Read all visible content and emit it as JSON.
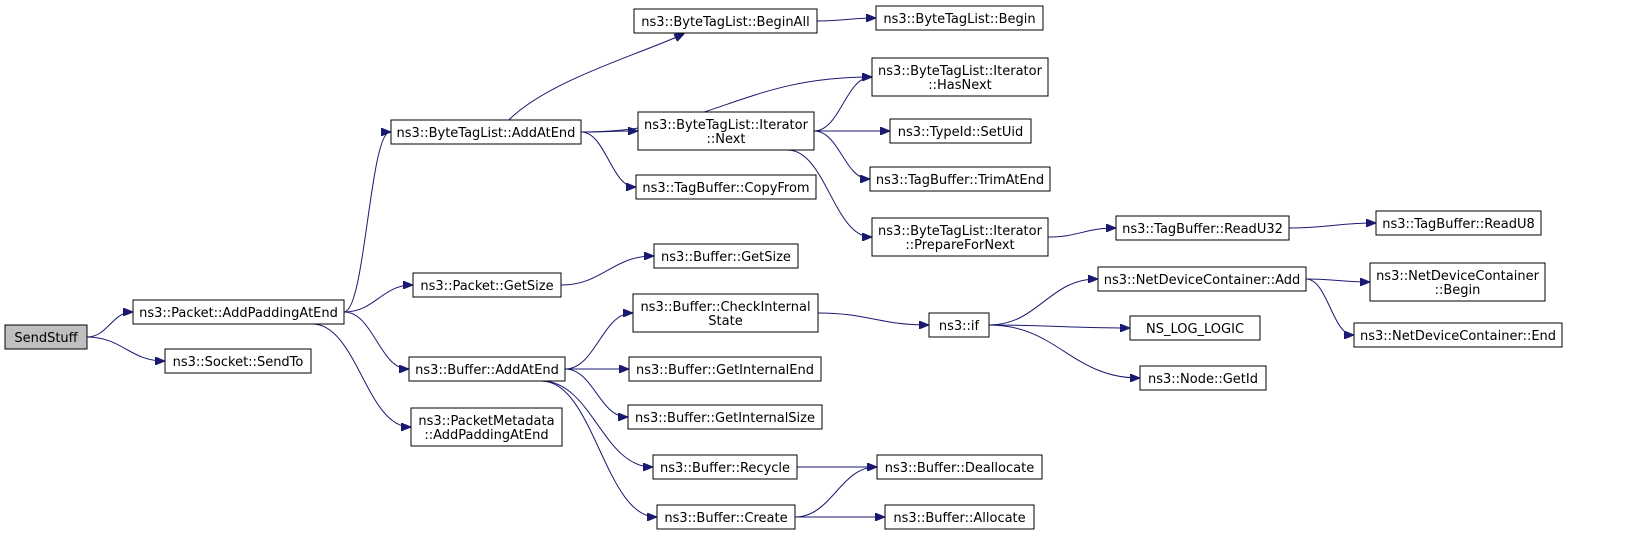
{
  "colors": {
    "edge": "#191970",
    "root_fill": "#bfbfbf",
    "node_fill": "#ffffff",
    "node_border": "#000000"
  },
  "nodes": {
    "sendstuff": {
      "lines": [
        "SendStuff"
      ],
      "root": true
    },
    "packet_addpadding": {
      "lines": [
        "ns3::Packet::AddPaddingAtEnd"
      ]
    },
    "socket_sendto": {
      "lines": [
        "ns3::Socket::SendTo"
      ]
    },
    "btl_addatend": {
      "lines": [
        "ns3::ByteTagList::AddAtEnd"
      ]
    },
    "packet_getsize": {
      "lines": [
        "ns3::Packet::GetSize"
      ]
    },
    "buffer_addatend": {
      "lines": [
        "ns3::Buffer::AddAtEnd"
      ]
    },
    "pm_addpadding": {
      "lines": [
        "ns3::PacketMetadata",
        "::AddPaddingAtEnd"
      ]
    },
    "btl_beginall": {
      "lines": [
        "ns3::ByteTagList::BeginAll"
      ]
    },
    "btl_iter_next": {
      "lines": [
        "ns3::ByteTagList::Iterator",
        "::Next"
      ]
    },
    "tb_copyfrom": {
      "lines": [
        "ns3::TagBuffer::CopyFrom"
      ]
    },
    "btl_begin": {
      "lines": [
        "ns3::ByteTagList::Begin"
      ]
    },
    "btl_iter_hasnext": {
      "lines": [
        "ns3::ByteTagList::Iterator",
        "::HasNext"
      ]
    },
    "typeid_setuid": {
      "lines": [
        "ns3::TypeId::SetUid"
      ]
    },
    "tb_trimatend": {
      "lines": [
        "ns3::TagBuffer::TrimAtEnd"
      ]
    },
    "btl_iter_prepare": {
      "lines": [
        "ns3::ByteTagList::Iterator",
        "::PrepareForNext"
      ]
    },
    "tb_readu32": {
      "lines": [
        "ns3::TagBuffer::ReadU32"
      ]
    },
    "tb_readu8": {
      "lines": [
        "ns3::TagBuffer::ReadU8"
      ]
    },
    "buffer_getsize": {
      "lines": [
        "ns3::Buffer::GetSize"
      ]
    },
    "buffer_checkinternal": {
      "lines": [
        "ns3::Buffer::CheckInternal",
        "State"
      ]
    },
    "buffer_getinternalend": {
      "lines": [
        "ns3::Buffer::GetInternalEnd"
      ]
    },
    "buffer_getinternalsize": {
      "lines": [
        "ns3::Buffer::GetInternalSize"
      ]
    },
    "buffer_recycle": {
      "lines": [
        "ns3::Buffer::Recycle"
      ]
    },
    "buffer_create": {
      "lines": [
        "ns3::Buffer::Create"
      ]
    },
    "ns3_if": {
      "lines": [
        "ns3::if"
      ]
    },
    "buffer_deallocate": {
      "lines": [
        "ns3::Buffer::Deallocate"
      ]
    },
    "buffer_allocate": {
      "lines": [
        "ns3::Buffer::Allocate"
      ]
    },
    "ndc_add": {
      "lines": [
        "ns3::NetDeviceContainer::Add"
      ]
    },
    "ns_log_logic": {
      "lines": [
        "NS_LOG_LOGIC"
      ]
    },
    "node_getid": {
      "lines": [
        "ns3::Node::GetId"
      ]
    },
    "ndc_begin": {
      "lines": [
        "ns3::NetDeviceContainer",
        "::Begin"
      ]
    },
    "ndc_end": {
      "lines": [
        "ns3::NetDeviceContainer::End"
      ]
    }
  },
  "edges": [
    [
      "sendstuff",
      "packet_addpadding"
    ],
    [
      "sendstuff",
      "socket_sendto"
    ],
    [
      "packet_addpadding",
      "btl_addatend"
    ],
    [
      "packet_addpadding",
      "packet_getsize"
    ],
    [
      "packet_addpadding",
      "buffer_addatend"
    ],
    [
      "packet_addpadding",
      "pm_addpadding"
    ],
    [
      "btl_addatend",
      "btl_beginall"
    ],
    [
      "btl_addatend",
      "btl_iter_hasnext"
    ],
    [
      "btl_addatend",
      "btl_iter_next"
    ],
    [
      "btl_addatend",
      "tb_copyfrom"
    ],
    [
      "btl_beginall",
      "btl_begin"
    ],
    [
      "btl_iter_next",
      "btl_iter_hasnext"
    ],
    [
      "btl_iter_next",
      "typeid_setuid"
    ],
    [
      "btl_iter_next",
      "tb_trimatend"
    ],
    [
      "btl_iter_next",
      "btl_iter_prepare"
    ],
    [
      "btl_iter_prepare",
      "tb_readu32"
    ],
    [
      "tb_readu32",
      "tb_readu8"
    ],
    [
      "packet_getsize",
      "buffer_getsize"
    ],
    [
      "buffer_addatend",
      "buffer_checkinternal"
    ],
    [
      "buffer_addatend",
      "buffer_getinternalend"
    ],
    [
      "buffer_addatend",
      "buffer_getinternalsize"
    ],
    [
      "buffer_addatend",
      "buffer_recycle"
    ],
    [
      "buffer_addatend",
      "buffer_create"
    ],
    [
      "buffer_checkinternal",
      "ns3_if"
    ],
    [
      "ns3_if",
      "ndc_add"
    ],
    [
      "ns3_if",
      "ns_log_logic"
    ],
    [
      "ns3_if",
      "node_getid"
    ],
    [
      "ndc_add",
      "ndc_begin"
    ],
    [
      "ndc_add",
      "ndc_end"
    ],
    [
      "buffer_recycle",
      "buffer_deallocate"
    ],
    [
      "buffer_create",
      "buffer_deallocate"
    ],
    [
      "buffer_create",
      "buffer_allocate"
    ]
  ]
}
